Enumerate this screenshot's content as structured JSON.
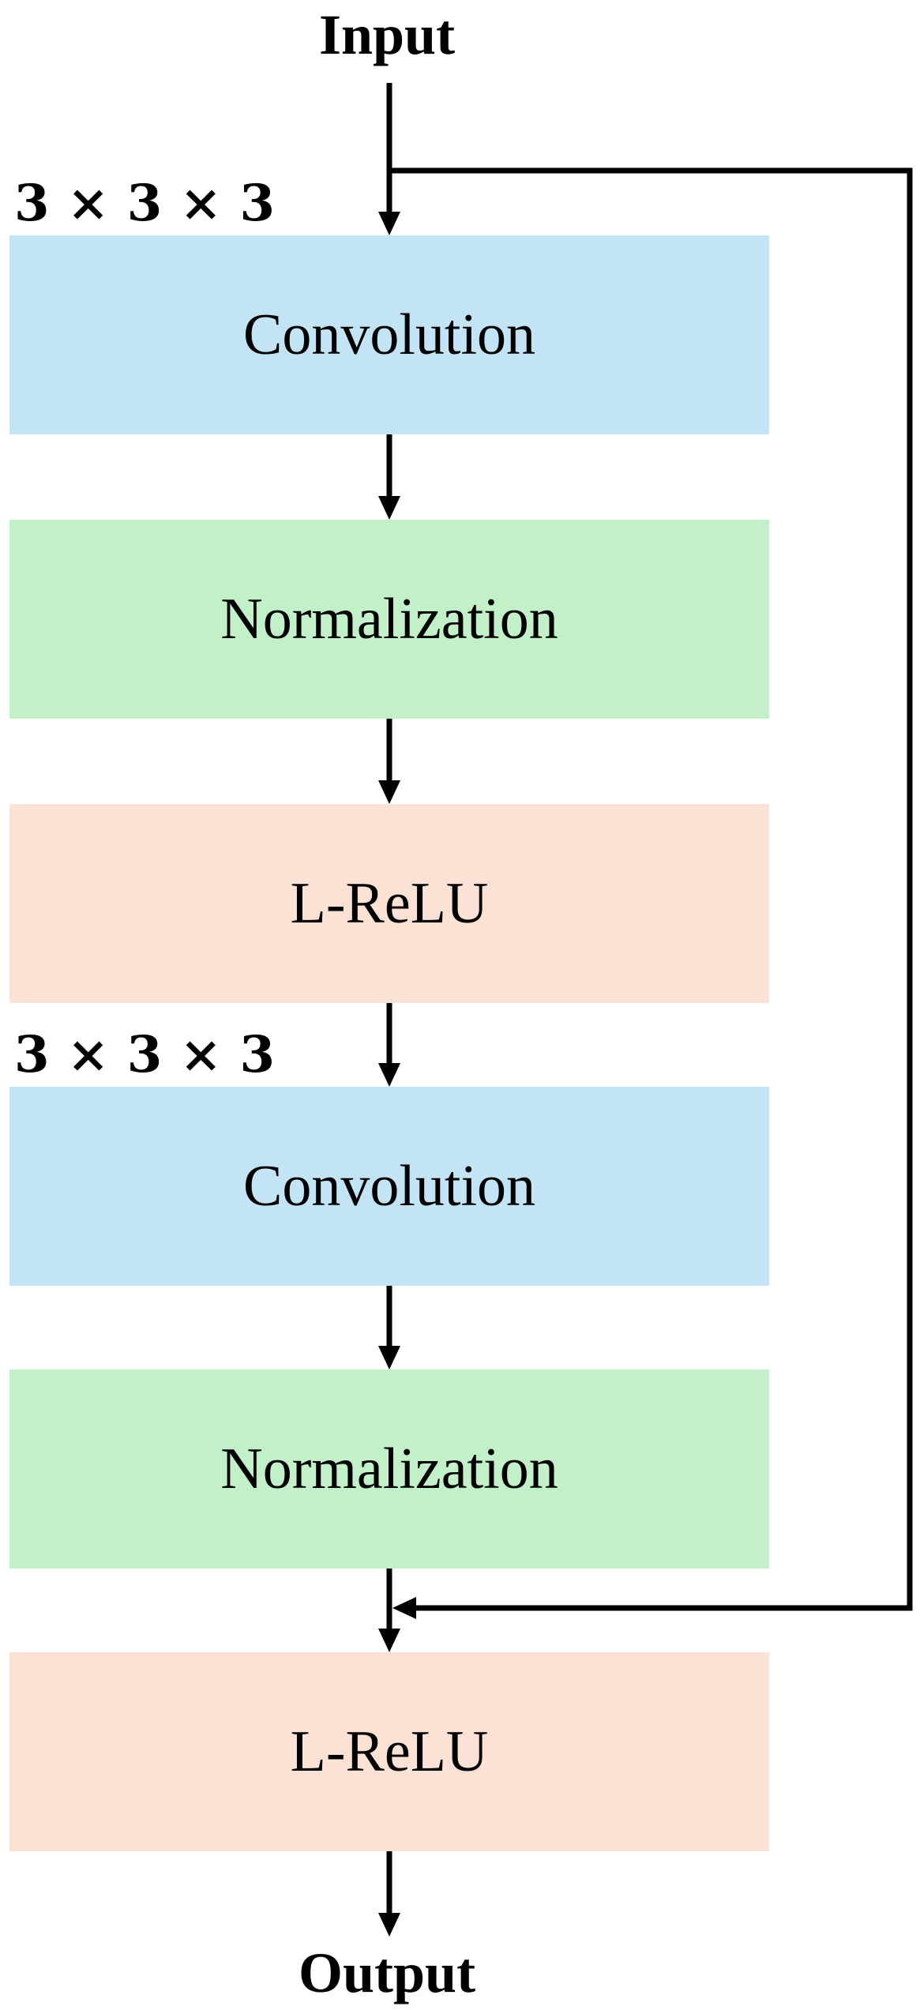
{
  "diagram": {
    "input_label": "Input",
    "output_label": "Output",
    "kernels": [
      {
        "label": "3 × 3 × 3"
      },
      {
        "label": "3 × 3 × 3"
      }
    ],
    "blocks": [
      {
        "label": "Convolution",
        "kind": "convolution"
      },
      {
        "label": "Normalization",
        "kind": "normalization"
      },
      {
        "label": "L-ReLU",
        "kind": "activation"
      },
      {
        "label": "Convolution",
        "kind": "convolution"
      },
      {
        "label": "Normalization",
        "kind": "normalization"
      },
      {
        "label": "L-ReLU",
        "kind": "activation"
      }
    ],
    "colors": {
      "convolution": "#c3e4f4",
      "normalization": "#c2f0c8",
      "activation": "#fbe2d5",
      "arrow": "#000000"
    }
  }
}
